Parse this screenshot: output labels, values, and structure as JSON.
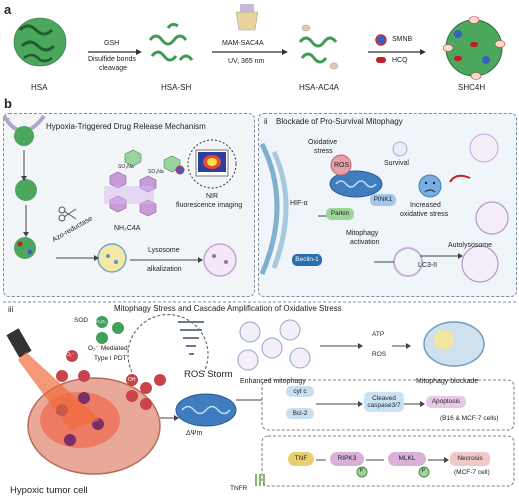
{
  "panel_a": {
    "letter": "a",
    "steps": {
      "hsa": "HSA",
      "gsh": "GSH",
      "disulfide_1": "Disulfide bonds",
      "disulfide_2": "cleavage",
      "hsa_sh": "HSA-SH",
      "mam": "MAM-SAC4A",
      "uv": "UV, 365 nm",
      "hsa_ac4a": "HSA-AC4A",
      "smnb": "SMNB",
      "hcq": "HCQ",
      "shc4h": "SHC4H"
    }
  },
  "panel_b": {
    "letter": "b",
    "sub_i": {
      "num": "i",
      "title": "Hypoxia-Triggered Drug Release Mechanism",
      "azo": "Azo-reductase",
      "nh2c4a": "NH₂C4A",
      "nir_1": "NIR",
      "nir_2": "fluorescence imaging",
      "lyso_1": "Lysosome",
      "lyso_2": "alkalization",
      "so3na": "SO₃Na"
    },
    "sub_ii": {
      "num": "ii",
      "title": "Blockade of Pro-Survival Mitophagy",
      "oxidative_1": "Oxidative",
      "oxidative_2": "stress",
      "survival": "Survival",
      "ros": "ROS",
      "increased_1": "Increased",
      "increased_2": "oxidative stress",
      "hif": "HIF-α",
      "parkin": "Parkin",
      "pink1": "PINK1",
      "mito_act_1": "Mitophagy",
      "mito_act_2": "activation",
      "beclin": "Beclin-1",
      "lc3": "LC3-II",
      "autolysosome": "Autolysosome"
    }
  },
  "panel_iii": {
    "num": "iii",
    "title": "Mitophagy Stress and  Cascade Amplification of Oxidative Stress",
    "sod": "SOD",
    "h2o2": "H₂O₂",
    "o2": "O₂⁻",
    "o2_mediated": "O₂⁻ Mediated",
    "type1": "Type I PDT",
    "oh": "OH",
    "ros_storm": "ROS Storm",
    "enhanced": "Enhanced mitophagy",
    "atp": "ATP",
    "ros": "ROS",
    "blockade": "Mitophagy blockade",
    "dpsi": "ΔΨm",
    "cytc": "cyt c",
    "bcl2": "Bcl-2",
    "cleaved_1": "Cleaved",
    "cleaved_2": "caspase3/7",
    "apoptosis": "Apoptosis",
    "cells_1": "(B16 & MCF-7 cells)",
    "tnf": "TNF",
    "ripk3": "RIPK3",
    "mlkl": "MLKL",
    "necrosis": "Necrosis",
    "cells_2": "(MCF-7 cell)",
    "tnfr": "TNFR",
    "p": "P",
    "hypoxic": "Hypoxic tumor cell"
  }
}
